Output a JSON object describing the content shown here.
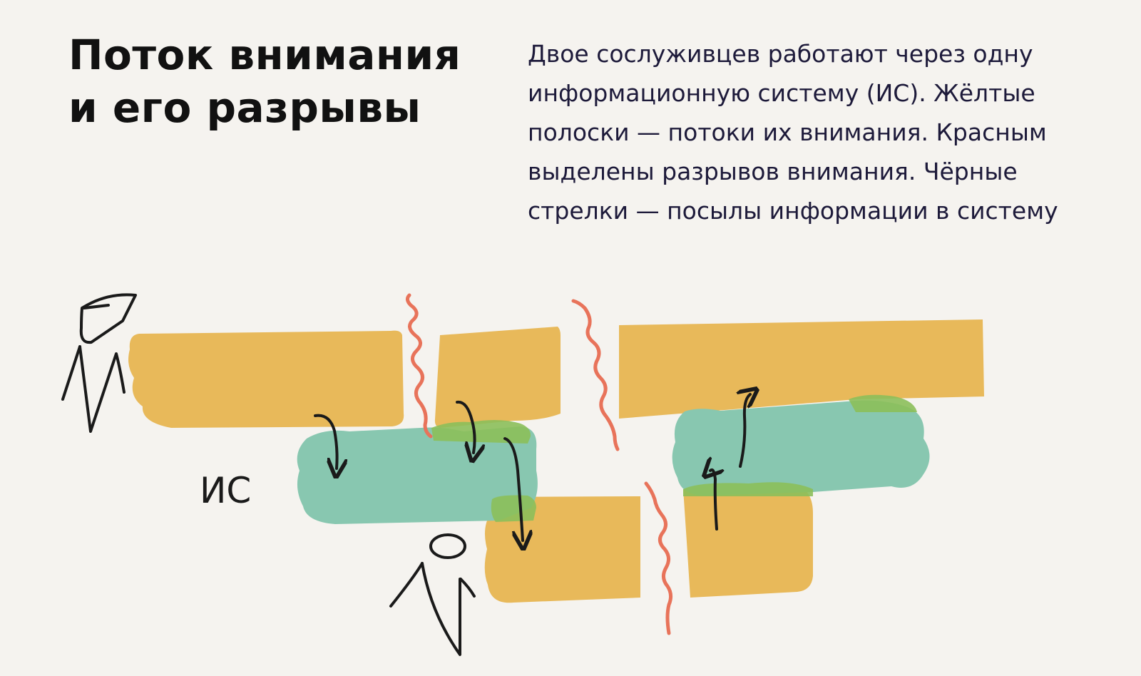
{
  "title": {
    "lines": [
      "Поток внимания",
      "и его разрывы"
    ]
  },
  "description": {
    "lines": [
      "Двое сослуживцев работают через одну",
      "информационную систему (ИС). Жёлтые",
      "полоски — потоки их внимания. Красным",
      "выделены разрывов внимания. Чёрные",
      "стрелки — посылы информации в систему"
    ]
  },
  "diagram": {
    "system_label": "ИС",
    "colors": {
      "attention_stream": "#e8b95a",
      "system": "#88c7b0",
      "overlap": "#8cbf5a",
      "break": "#e8735a",
      "ink": "#1a1a1a",
      "background": "#f5f3ef"
    }
  }
}
